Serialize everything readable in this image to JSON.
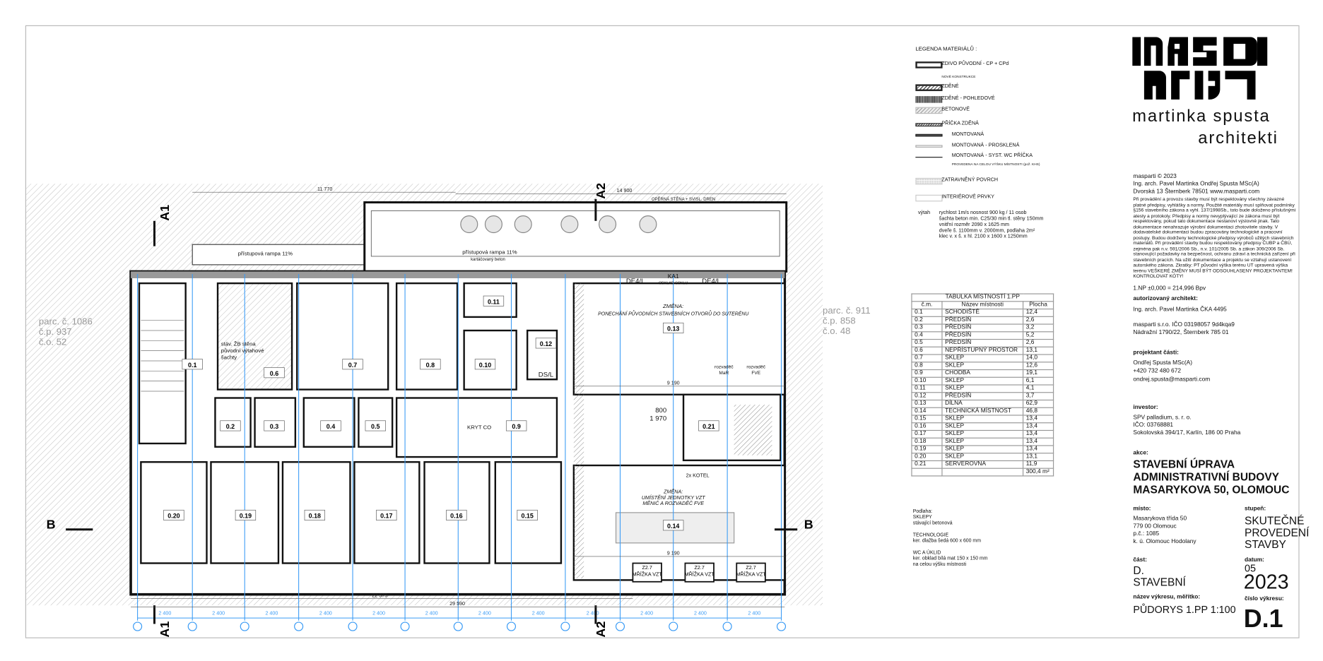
{
  "legend": {
    "title": "LEGENDA MATERIÁLŮ :",
    "items": [
      {
        "label": "ZDIVO PŮVODNÍ - CP + CPd"
      },
      {
        "label": "NOVÉ KONSTRUKCE"
      },
      {
        "label": "ZDĚNÉ"
      },
      {
        "label": "ZDĚNÉ - POHLEDOVÉ"
      },
      {
        "label": "BETONOVÉ"
      },
      {
        "label": "PŘÍČKA ZDĚNÁ"
      },
      {
        "label": "MONTOVANÁ"
      },
      {
        "label": "MONTOVANÁ - PROSKLENÁ"
      },
      {
        "label": "MONTOVANÁ - SYST. WC PŘÍČKA"
      },
      {
        "label": "PROVEDENA NA CELOU VÝŠKU MÍSTNOSTI (pož. KHS)"
      },
      {
        "label": "ZATRAVNĚNÝ POVRCH"
      },
      {
        "label": "INTERIÉROVÉ PRVKY"
      }
    ],
    "elevator": {
      "label": "výtah",
      "lines": [
        "rychlost 1m/s nosnost 900 kg / 11 osob",
        "šachta beton min. C25/30 min tl. stěny 150mm",
        "vnitřní rozměr 2090 x 1625 mm",
        "dveře š. 1100mm v. 2000mm, podlaha 2m²",
        "klec v. x š. x hl. 2100 x 1600 x 1250mm"
      ]
    }
  },
  "room_table": {
    "title": "TABULKA MÍSTNOSTÍ 1.PP",
    "headers": [
      "č.m.",
      "Název místnosti",
      "Plocha"
    ],
    "rows": [
      {
        "id": "0.1",
        "name": "SCHODIŠTĚ",
        "area": "12,4"
      },
      {
        "id": "0.2",
        "name": "PŘEDSÍŇ",
        "area": "2,6"
      },
      {
        "id": "0.3",
        "name": "PŘEDSÍŇ",
        "area": "3,2"
      },
      {
        "id": "0.4",
        "name": "PŘEDSÍŇ",
        "area": "5,2"
      },
      {
        "id": "0.5",
        "name": "PŘEDSÍŇ",
        "area": "2,6"
      },
      {
        "id": "0.6",
        "name": "NEPŘÍSTUPNÝ PROSTOR",
        "area": "13,1"
      },
      {
        "id": "0.7",
        "name": "SKLEP",
        "area": "14,0"
      },
      {
        "id": "0.8",
        "name": "SKLEP",
        "area": "12,6"
      },
      {
        "id": "0.9",
        "name": "CHODBA",
        "area": "19,1"
      },
      {
        "id": "0.10",
        "name": "SKLEP",
        "area": "6,1"
      },
      {
        "id": "0.11",
        "name": "SKLEP",
        "area": "4,1"
      },
      {
        "id": "0.12",
        "name": "PŘEDSÍŇ",
        "area": "3,7"
      },
      {
        "id": "0.13",
        "name": "DÍLNA",
        "area": "62,9"
      },
      {
        "id": "0.14",
        "name": "TECHNICKÁ MÍSTNOST",
        "area": "46,8"
      },
      {
        "id": "0.15",
        "name": "SKLEP",
        "area": "13,4"
      },
      {
        "id": "0.16",
        "name": "SKLEP",
        "area": "13,4"
      },
      {
        "id": "0.17",
        "name": "SKLEP",
        "area": "13,4"
      },
      {
        "id": "0.18",
        "name": "SKLEP",
        "area": "13,4"
      },
      {
        "id": "0.19",
        "name": "SKLEP",
        "area": "13,4"
      },
      {
        "id": "0.20",
        "name": "SKLEP",
        "area": "13,1"
      },
      {
        "id": "0.21",
        "name": "SERVEROVNA",
        "area": "11,9"
      }
    ],
    "total": "300,4 m²"
  },
  "floor_notes": [
    "Podlaha:",
    "SKLEPY",
    "stávající betonová",
    "",
    "TECHNOLOGIE",
    "ker. dlažba šedá 600 x 600 mm",
    "",
    "WC A ÚKLID",
    "ker. obklad bílá mat 150 x 150 mm",
    "na celou výšku místnosti"
  ],
  "title_block": {
    "logo_text": "masp arti",
    "studio_line1": "martinka spusta",
    "studio_line2": "architekti",
    "copyright": "masparti © 2023",
    "authors": "Ing. arch. Pavel Martinka Ondřej Spusta MSc(A)",
    "address": "Dvorská 13  Šternberk  78501  www.masparti.com",
    "disclaimer": "Při provádění a provozu stavby musí být respektovány všechny závazné platné předpisy, vyhlášky a normy. Použité materiály musí splňovat podmínky §156 stavebního zákona a vyhl. 137/1998Sb., toto bude doloženo příslušnými atesty a protokoly. Předpisy a normy nevyplývající ze zákona musí být respektovány, pokud tato dokumentace nestanoví výslovně jinak. Tato dokumentace nenahrazuje výrobní dokumentaci zhotovitele stavby. V dodavatelské dokumentaci budou zpracovány technologické a pracovní postupy. Budou dodrženy technologické předpisy výrobců užitých stavebních materiálů. Při provádění stavby budou respektovány předpisy ČUBP a ČBÚ, zejména pak n.v. 591/2006 Sb., n.v. 101/2005 Sb. a zákon 309/2006 Sb. stanovující požadavky na bezpečnost, ochranu zdraví a technická zařízení při stavebních pracích. Na užití dokumentace a projektu se vztahují ustanovení autorského zákona. Zkratky: PT původní výška terénu UT upravená výška terénu VEŠKERÉ ZMĚNY MUSÍ BÝT ODSOUHLASENY PROJEKTANTEM! KONTROLOVAT KÓTY!",
    "level_datum": "1.NP ±0,000 = 214,996 Bpv",
    "architect_label": "autorizovaný architekt:",
    "architect": "Ing. arch. Pavel Martinka ČKA 4495",
    "company": "masparti s.r.o. IČO 03198057 9d4kqa9",
    "company_address": "Nádražní 1790/22, Šternberk 785 01",
    "designer_label": "projektant části:",
    "designer": "Ondřej Spusta MSc(A)",
    "phone": "+420 732 480 672",
    "email": "ondrej.spusta@masparti.com",
    "investor_label": "investor:",
    "investor": [
      "SPV palladium, s. r. o.",
      "IČO: 03768881",
      "Sokolovská 394/17, Karlín, 186 00 Praha"
    ],
    "action_label": "akce:",
    "action": [
      "STAVEBNÍ ÚPRAVA",
      "ADMINISTRATIVNÍ BUDOVY",
      "MASARYKOVA 50, OLOMOUC"
    ],
    "place_label": "místo:",
    "place": [
      "Masarykova třída 50",
      "779 00 Olomouc",
      "p.č.: 1085",
      "k. ú. Olomouc Hodolany"
    ],
    "stage_label": "stupeň:",
    "stage": [
      "SKUTEČNÉ",
      "PROVEDENÍ",
      "STAVBY"
    ],
    "part_label": "část:",
    "part": [
      "D.",
      "STAVEBNÍ"
    ],
    "date_label": "datum:",
    "date_month": "05",
    "date_year": "2023",
    "drawing_name_label": "název výkresu, měřítko:",
    "drawing_name": "PŮDORYS 1.PP 1:100",
    "drawing_number_label": "číslo výkresu:",
    "drawing_number": "D.1"
  },
  "plan": {
    "rooms": [
      "0.1",
      "0.2",
      "0.3",
      "0.4",
      "0.5",
      "0.6",
      "0.7",
      "0.8",
      "0.9",
      "0.10",
      "0.11",
      "0.12",
      "0.13",
      "0.14",
      "0.15",
      "0.16",
      "0.17",
      "0.18",
      "0.19",
      "0.20",
      "0.21"
    ],
    "neighbor_left": [
      "parc. č. 1086",
      "č.p. 937",
      "č.o. 52"
    ],
    "neighbor_right": [
      "parc. č. 911",
      "č.p. 858",
      "č.o. 48"
    ],
    "sections": {
      "a1": "A1",
      "a2": "A2",
      "b": "B"
    },
    "dims": {
      "top_left": "11 770",
      "top_right": "14 900",
      "bottom_inner": "22 575",
      "bottom_total": "29 590",
      "grid_spacing": "2 400",
      "room_width": "9 190"
    },
    "notes": {
      "retaining_wall": "OPĚRNÁ STĚNA + SVISL. DREN",
      "ramp": "přístupová rampa 11%",
      "ramp_material": "kartáčovaný beton",
      "door_type": "DE4/L",
      "ka1": "KA1",
      "ka1_sub": "OBKLAD SOKLU",
      "change1_title": "ZMĚNA:",
      "change1_text": "PONECHÁNÍ PŮVODNÍCH STAVEBNÍCH OTVORŮ DO SUTERÉNU",
      "shaft": [
        "stáv. ŽB stěna",
        "původní výtahové",
        "šachty"
      ],
      "shelter": "KRYT CO",
      "ds": "DS/L",
      "door_w": "800",
      "door_h": "1 970",
      "panel_mar": [
        "rozvaděč",
        "MaR"
      ],
      "panel_fve": [
        "rozvaděč",
        "FVE"
      ],
      "change2": [
        "ZMĚNA:",
        "UMÍSTĚNÍ JEDNOTKY VZT",
        "MĚNIČ A ROZVADĚČ FVE"
      ],
      "boilers": "2x KOTEL",
      "grille_code": "Z2.7",
      "grille": "MŘÍŽKA VZT"
    }
  },
  "colors": {
    "grid": "#3a9bf5",
    "wall": "#111111",
    "hatch": "#b5b5b5"
  }
}
